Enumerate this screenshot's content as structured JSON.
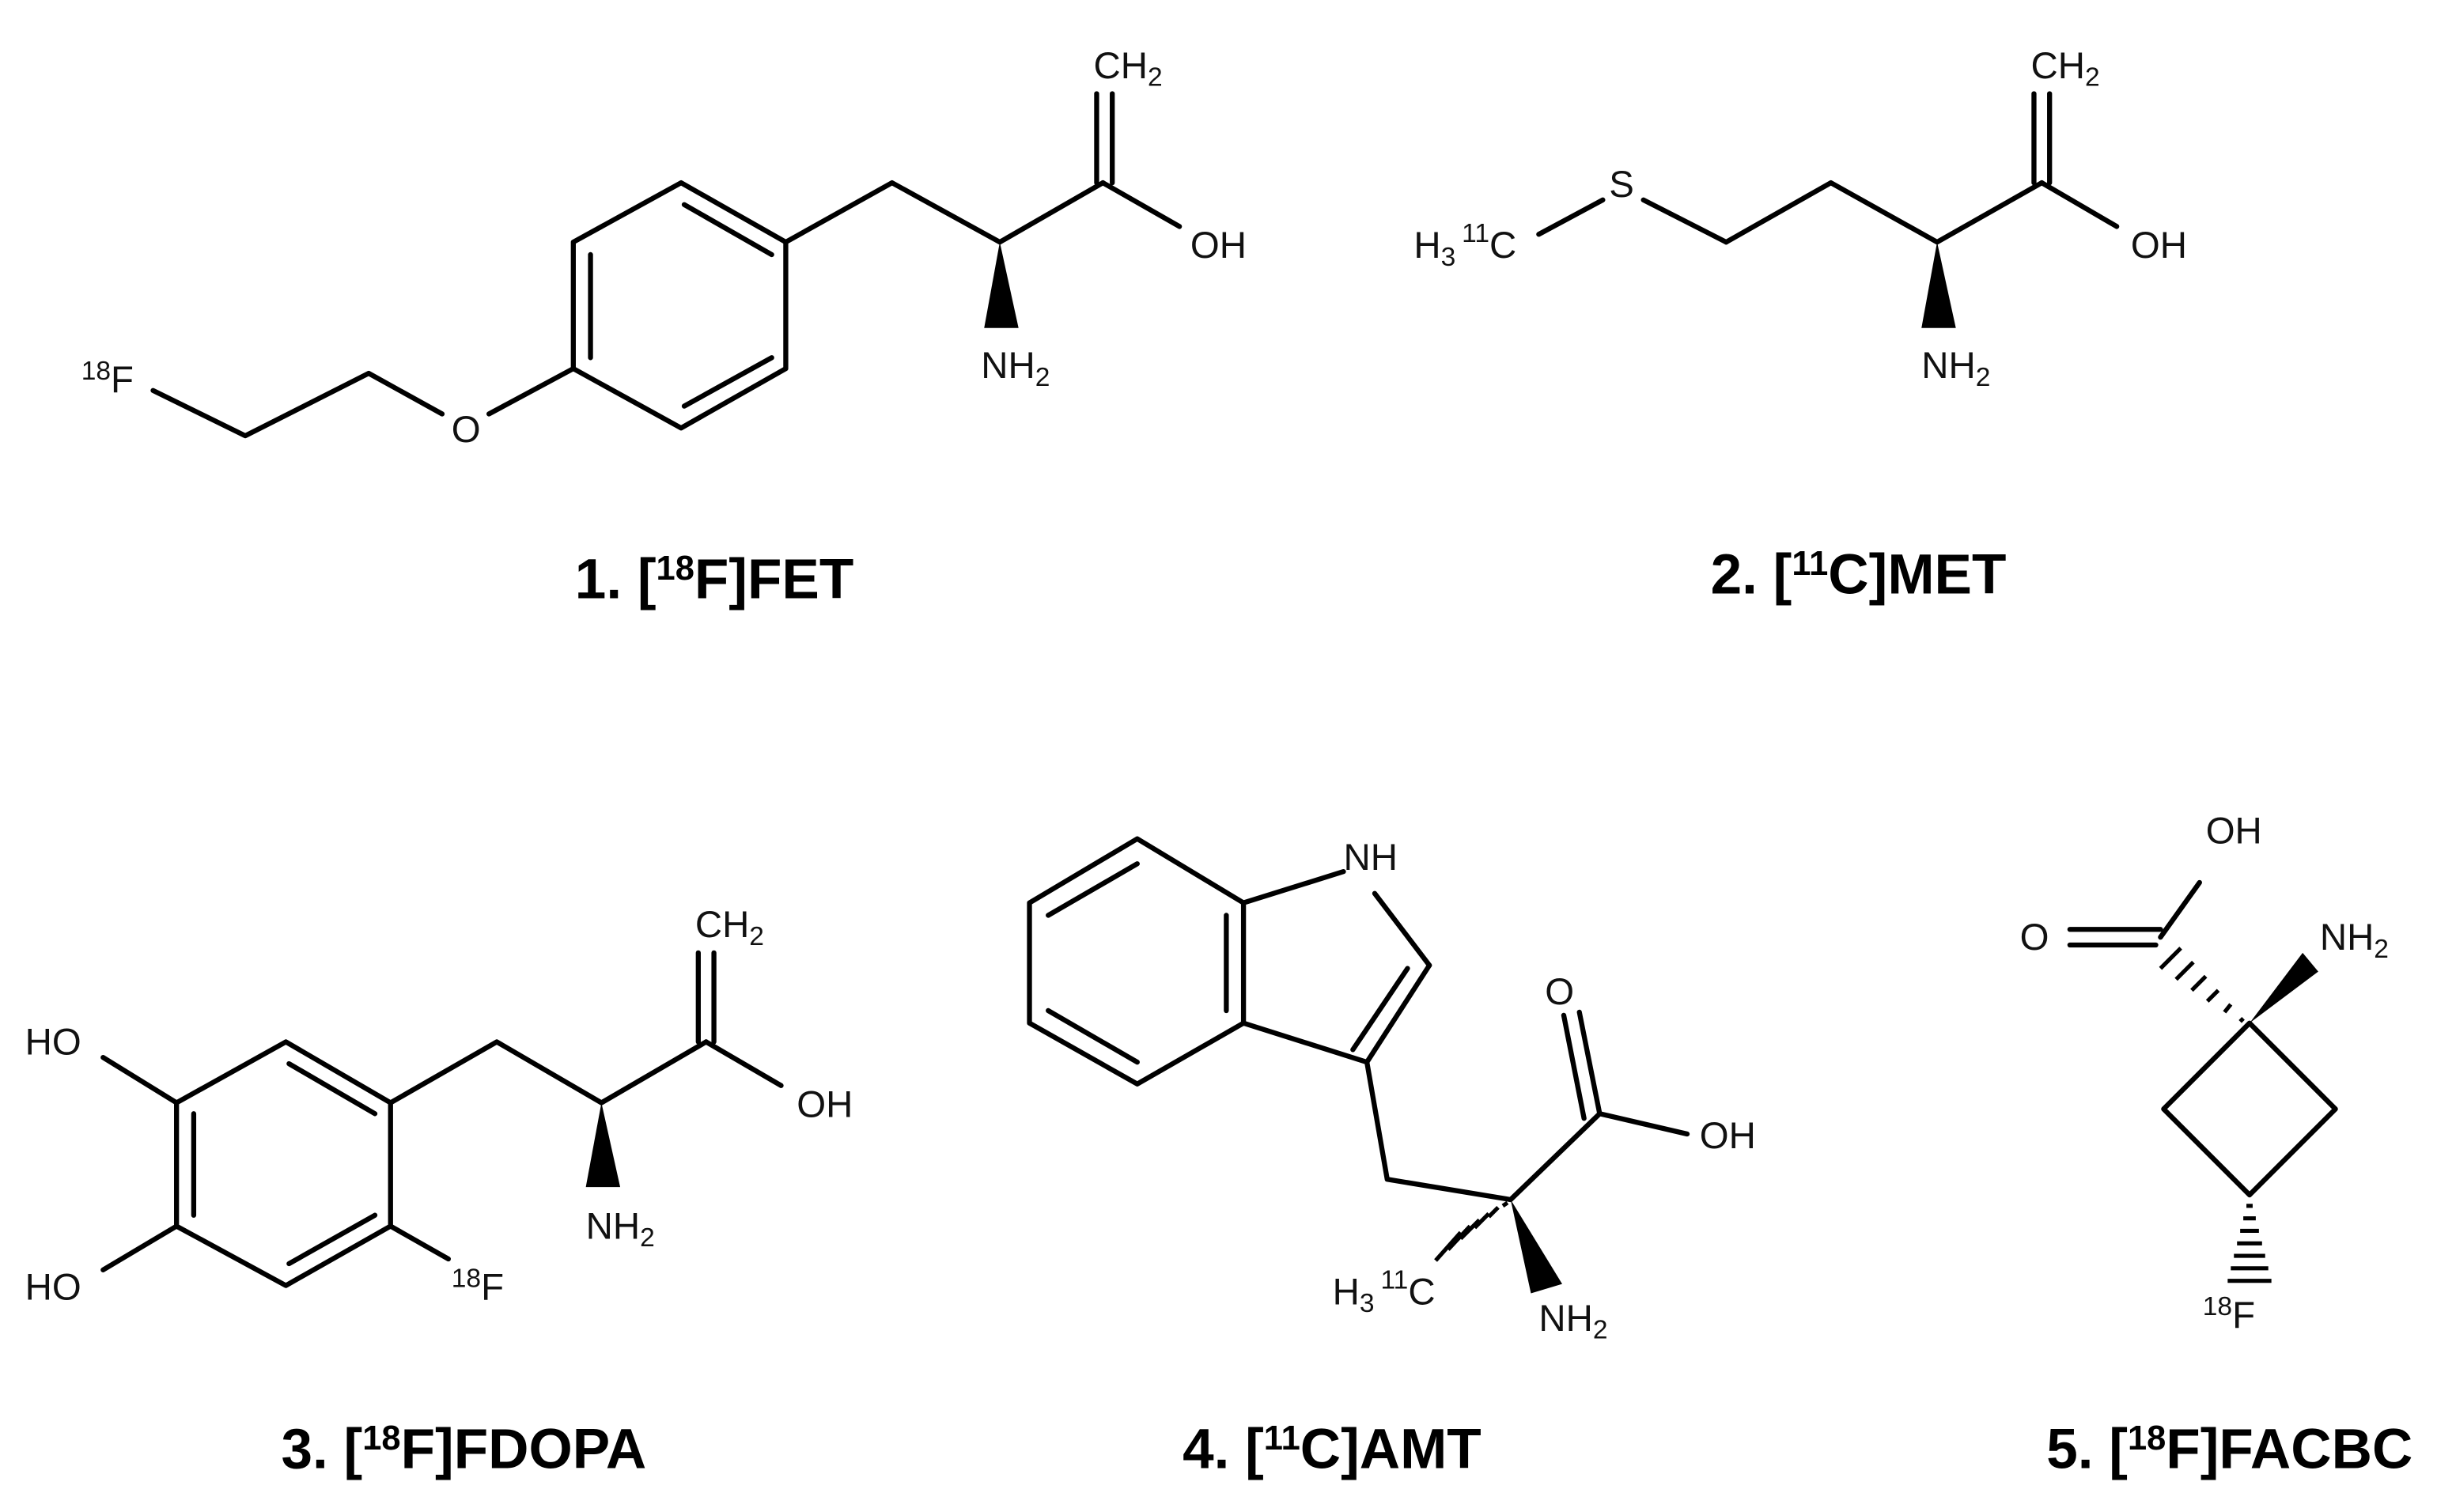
{
  "figure": {
    "compounds": [
      {
        "id": 1,
        "label_number": "1.",
        "label_bracket_open": "[",
        "label_isotope": "18",
        "label_element": "F",
        "label_bracket_close": "]",
        "label_name": "FET",
        "atoms": {
          "ch2": "CH",
          "ch2_sub": "2",
          "oh": "OH",
          "nh2": "NH",
          "nh2_sub": "2",
          "o": "O",
          "f_iso": "18",
          "f": "F"
        }
      },
      {
        "id": 2,
        "label_number": "2.",
        "label_bracket_open": "[",
        "label_isotope": "11",
        "label_element": "C",
        "label_bracket_close": "]",
        "label_name": "MET",
        "atoms": {
          "ch2": "CH",
          "ch2_sub": "2",
          "oh": "OH",
          "nh2": "NH",
          "nh2_sub": "2",
          "s": "S",
          "h3": "H",
          "h3_sub": "3",
          "c_iso": "11",
          "c": "C"
        }
      },
      {
        "id": 3,
        "label_number": "3.",
        "label_bracket_open": "[",
        "label_isotope": "18",
        "label_element": "F",
        "label_bracket_close": "]",
        "label_name": "FDOPA",
        "atoms": {
          "ch2": "CH",
          "ch2_sub": "2",
          "oh": "OH",
          "nh2": "NH",
          "nh2_sub": "2",
          "ho_top": "HO",
          "ho_bottom": "HO",
          "f_iso": "18",
          "f": "F"
        }
      },
      {
        "id": 4,
        "label_number": "4.",
        "label_bracket_open": "[",
        "label_isotope": "11",
        "label_element": "C",
        "label_bracket_close": "]",
        "label_name": "AMT",
        "atoms": {
          "nh": "NH",
          "o": "O",
          "oh": "OH",
          "nh2": "NH",
          "nh2_sub": "2",
          "h3": "H",
          "h3_sub": "3",
          "c_iso": "11",
          "c": "C"
        }
      },
      {
        "id": 5,
        "label_number": "5.",
        "label_bracket_open": "[",
        "label_isotope": "18",
        "label_element": "F",
        "label_bracket_close": "]",
        "label_name": "FACBC",
        "atoms": {
          "oh": "OH",
          "o": "O",
          "nh2": "NH",
          "nh2_sub": "2",
          "f_iso": "18",
          "f": "F"
        }
      }
    ]
  }
}
